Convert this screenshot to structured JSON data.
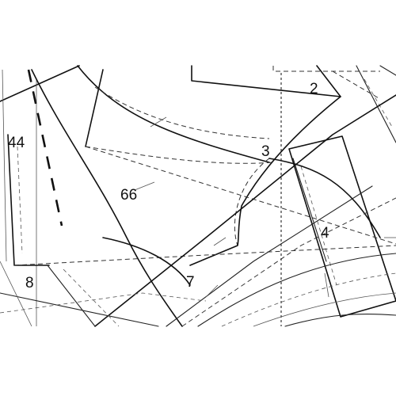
{
  "pattern": {
    "piece_numbers": {
      "p44": "44",
      "p66": "66",
      "p2": "2",
      "p3": "3",
      "p4": "4",
      "p7": "7",
      "p8": "8"
    },
    "colors": {
      "background": "#ffffff",
      "line": "#111111"
    }
  }
}
